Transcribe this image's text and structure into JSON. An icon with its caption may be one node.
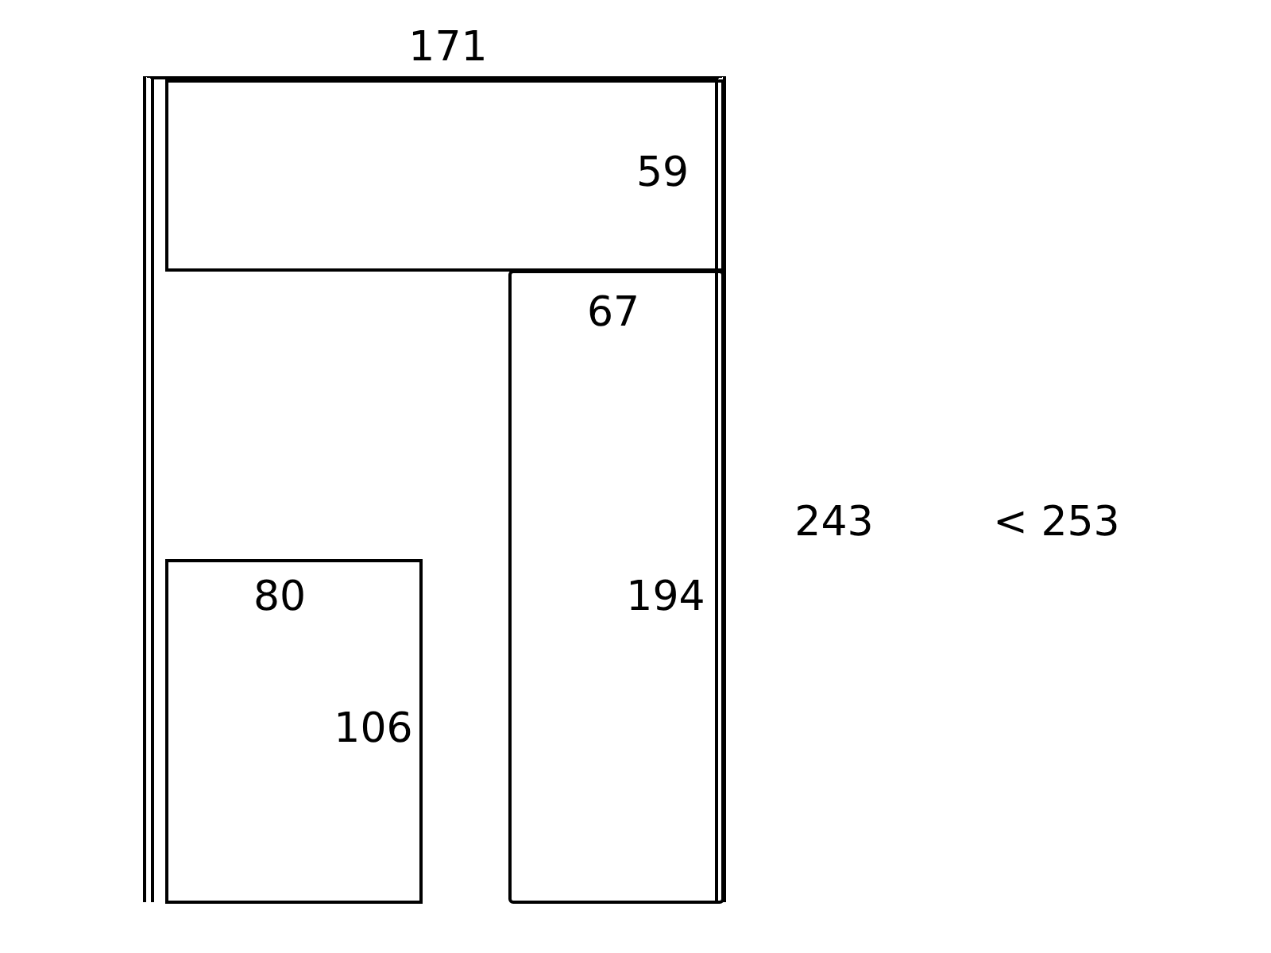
{
  "diagram": {
    "nodes": [
      {
        "text": [
          "171"
        ],
        "beside": [
          "243"
        ]
      },
      {
        "text": [
          "59"
        ],
        "in": 0
      },
      {
        "text": [
          "67",
          "194"
        ],
        "in": 0
      },
      {
        "text": [
          "80",
          "106"
        ],
        "in": 0
      }
    ],
    "labels": [
      "< 253"
    ]
  }
}
